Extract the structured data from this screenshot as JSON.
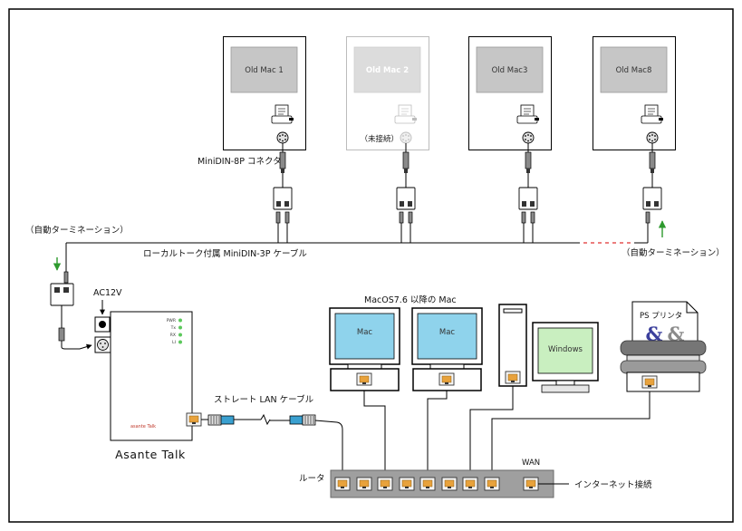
{
  "localtalk": {
    "old_macs": [
      {
        "label": "Old Mac 1"
      },
      {
        "label": "Old Mac 2",
        "status": "（未接続）"
      },
      {
        "label": "Old Mac3"
      },
      {
        "label": "Old Mac8"
      }
    ],
    "connector_label": "MiniDIN-8P コネクタ",
    "cable_label": "ローカルトーク付属 MiniDIN-3P ケーブル",
    "auto_termination_left": "（自動ターミネーション）",
    "auto_termination_right": "（自動ターミネーション）"
  },
  "asante": {
    "name": "Asante Talk",
    "power_label": "AC12V",
    "leds": [
      "PWR",
      "Tx",
      "RX",
      "LI"
    ],
    "logo": "asante Talk"
  },
  "lan_cable_label": "ストレート LAN ケーブル",
  "ethernet_devices": {
    "group_label": "MacOS7.6 以降の Mac",
    "mac1_label": "Mac",
    "mac2_label": "Mac",
    "windows_label": "Windows",
    "printer_label": "PS プリンタ",
    "printer_symbols": [
      "&",
      "&"
    ]
  },
  "router": {
    "label": "ルータ",
    "wan_label": "WAN",
    "internet_label": "インターネット接続"
  },
  "colors": {
    "mac_screen": "#8fd3ec",
    "windows_screen": "#c9efc0",
    "ethernet_port": "#e8a23c",
    "termination_arrow": "#2e9a2e",
    "unconnected_segment": "#e03030",
    "lan_connector": "#3aa0d0"
  }
}
